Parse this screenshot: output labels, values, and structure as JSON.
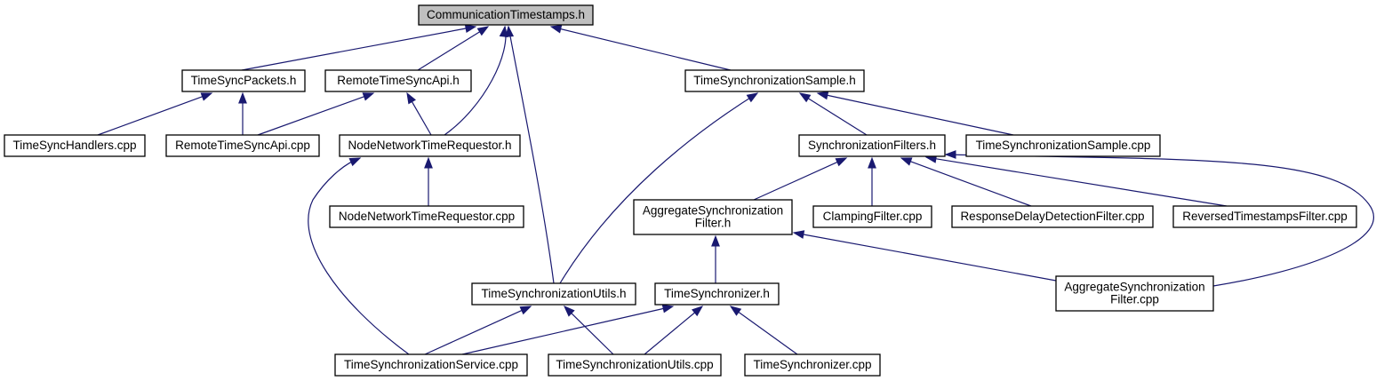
{
  "graph": {
    "colors": {
      "edge": "#191970",
      "node_border": "#000000",
      "node_fill": "#ffffff",
      "root_fill": "#bfbfbf"
    },
    "nodes": [
      {
        "id": "communication_timestamps_h",
        "lines": [
          "CommunicationTimestamps.h"
        ],
        "root": true
      },
      {
        "id": "time_sync_packets_h",
        "lines": [
          "TimeSyncPackets.h"
        ]
      },
      {
        "id": "remote_time_sync_api_h",
        "lines": [
          "RemoteTimeSyncApi.h"
        ]
      },
      {
        "id": "time_synchronization_sample_h",
        "lines": [
          "TimeSynchronizationSample.h"
        ]
      },
      {
        "id": "time_sync_handlers_cpp",
        "lines": [
          "TimeSyncHandlers.cpp"
        ]
      },
      {
        "id": "remote_time_sync_api_cpp",
        "lines": [
          "RemoteTimeSyncApi.cpp"
        ]
      },
      {
        "id": "node_network_time_requestor_h",
        "lines": [
          "NodeNetworkTimeRequestor.h"
        ]
      },
      {
        "id": "synchronization_filters_h",
        "lines": [
          "SynchronizationFilters.h"
        ]
      },
      {
        "id": "time_synchronization_sample_cpp",
        "lines": [
          "TimeSynchronizationSample.cpp"
        ]
      },
      {
        "id": "node_network_time_requestor_cpp",
        "lines": [
          "NodeNetworkTimeRequestor.cpp"
        ]
      },
      {
        "id": "aggregate_synchronization_filter_h",
        "lines": [
          "AggregateSynchronization",
          "Filter.h"
        ]
      },
      {
        "id": "clamping_filter_cpp",
        "lines": [
          "ClampingFilter.cpp"
        ]
      },
      {
        "id": "response_delay_detection_filter_cpp",
        "lines": [
          "ResponseDelayDetectionFilter.cpp"
        ]
      },
      {
        "id": "reversed_timestamps_filter_cpp",
        "lines": [
          "ReversedTimestampsFilter.cpp"
        ]
      },
      {
        "id": "time_synchronization_utils_h",
        "lines": [
          "TimeSynchronizationUtils.h"
        ]
      },
      {
        "id": "time_synchronizer_h",
        "lines": [
          "TimeSynchronizer.h"
        ]
      },
      {
        "id": "aggregate_synchronization_filter_cpp",
        "lines": [
          "AggregateSynchronization",
          "Filter.cpp"
        ]
      },
      {
        "id": "time_synchronization_service_cpp",
        "lines": [
          "TimeSynchronizationService.cpp"
        ]
      },
      {
        "id": "time_synchronization_utils_cpp",
        "lines": [
          "TimeSynchronizationUtils.cpp"
        ]
      },
      {
        "id": "time_synchronizer_cpp",
        "lines": [
          "TimeSynchronizer.cpp"
        ]
      }
    ],
    "edges": [
      {
        "from": "time_sync_packets_h",
        "to": "communication_timestamps_h"
      },
      {
        "from": "remote_time_sync_api_h",
        "to": "communication_timestamps_h"
      },
      {
        "from": "node_network_time_requestor_h",
        "to": "communication_timestamps_h"
      },
      {
        "from": "time_synchronization_utils_h",
        "to": "communication_timestamps_h"
      },
      {
        "from": "time_synchronization_sample_h",
        "to": "communication_timestamps_h"
      },
      {
        "from": "time_sync_handlers_cpp",
        "to": "time_sync_packets_h"
      },
      {
        "from": "remote_time_sync_api_cpp",
        "to": "time_sync_packets_h"
      },
      {
        "from": "remote_time_sync_api_cpp",
        "to": "remote_time_sync_api_h"
      },
      {
        "from": "node_network_time_requestor_h",
        "to": "remote_time_sync_api_h"
      },
      {
        "from": "node_network_time_requestor_cpp",
        "to": "node_network_time_requestor_h"
      },
      {
        "from": "time_synchronization_service_cpp",
        "to": "node_network_time_requestor_h"
      },
      {
        "from": "time_synchronization_utils_h",
        "to": "time_synchronization_sample_h"
      },
      {
        "from": "synchronization_filters_h",
        "to": "time_synchronization_sample_h"
      },
      {
        "from": "time_synchronization_sample_cpp",
        "to": "time_synchronization_sample_h"
      },
      {
        "from": "aggregate_synchronization_filter_h",
        "to": "synchronization_filters_h"
      },
      {
        "from": "clamping_filter_cpp",
        "to": "synchronization_filters_h"
      },
      {
        "from": "response_delay_detection_filter_cpp",
        "to": "synchronization_filters_h"
      },
      {
        "from": "reversed_timestamps_filter_cpp",
        "to": "synchronization_filters_h"
      },
      {
        "from": "aggregate_synchronization_filter_cpp",
        "to": "synchronization_filters_h"
      },
      {
        "from": "time_synchronizer_h",
        "to": "aggregate_synchronization_filter_h"
      },
      {
        "from": "aggregate_synchronization_filter_cpp",
        "to": "aggregate_synchronization_filter_h"
      },
      {
        "from": "time_synchronization_service_cpp",
        "to": "time_synchronization_utils_h"
      },
      {
        "from": "time_synchronization_utils_cpp",
        "to": "time_synchronization_utils_h"
      },
      {
        "from": "time_synchronization_service_cpp",
        "to": "time_synchronizer_h"
      },
      {
        "from": "time_synchronization_utils_cpp",
        "to": "time_synchronizer_h"
      },
      {
        "from": "time_synchronizer_cpp",
        "to": "time_synchronizer_h"
      }
    ]
  }
}
